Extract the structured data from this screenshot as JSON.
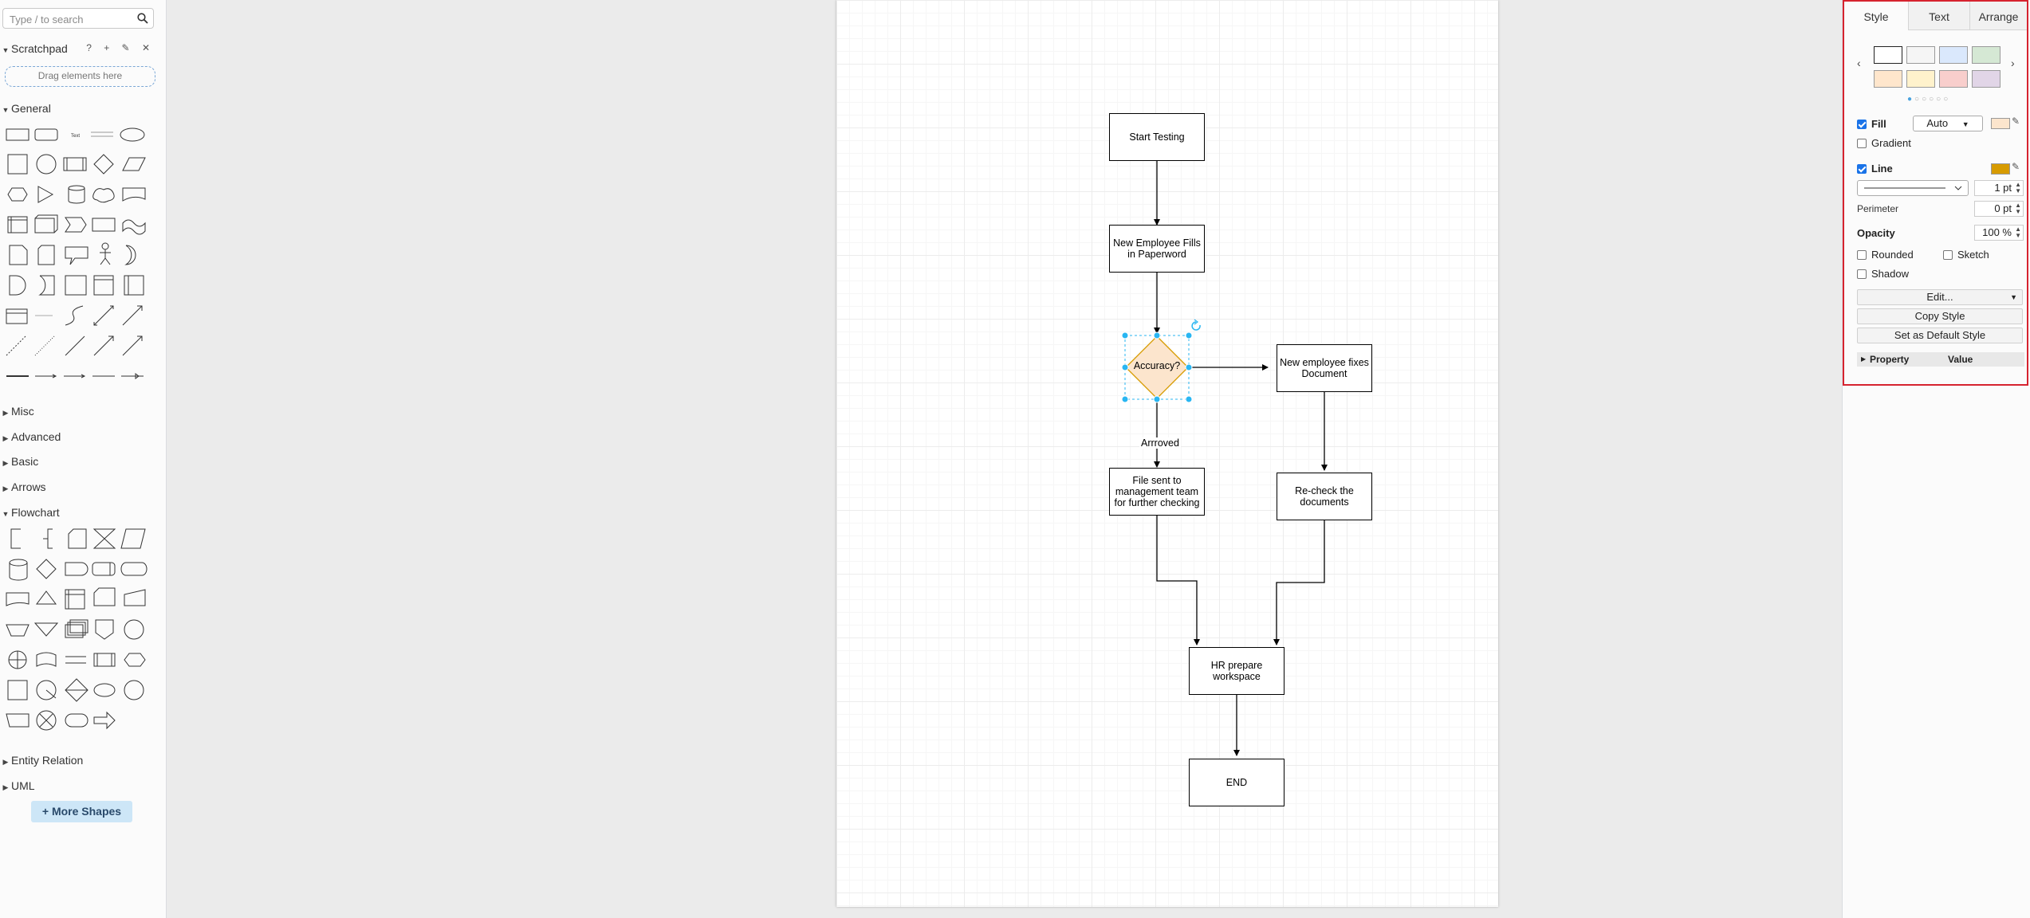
{
  "sidebar": {
    "search_placeholder": "Type / to search",
    "scratchpad_title": "Scratchpad",
    "scratchpad_tools": "? + ✎ ✕",
    "dropzone_text": "Drag elements here",
    "sections": {
      "general": "General",
      "misc": "Misc",
      "advanced": "Advanced",
      "basic": "Basic",
      "arrows": "Arrows",
      "flowchart": "Flowchart",
      "entity_relation": "Entity Relation",
      "uml": "UML"
    },
    "more_shapes": "+ More Shapes"
  },
  "diagram": {
    "nodes": {
      "start": "Start Testing",
      "paperwork": "New Employee Fills in Paperword",
      "accuracy": "Accuracy?",
      "fix": "New employee fixes Document",
      "file_sent": "File sent to management team for further checking",
      "recheck": "Re-check the documents",
      "hr": "HR prepare workspace",
      "end": "END"
    },
    "edge_label_approved": "Arrroved",
    "selected_fill": "#fce5cd",
    "selected_stroke": "#d79b00",
    "selection_color": "#29b6f2"
  },
  "format_panel": {
    "tabs": [
      "Style",
      "Text",
      "Arrange"
    ],
    "swatches": [
      "#ffffff",
      "#f5f5f5",
      "#dae8fc",
      "#d5e8d4",
      "#ffe6cc",
      "#fff2cc",
      "#f8cecc",
      "#e1d5e7"
    ],
    "fill_label": "Fill",
    "fill_value": "Auto",
    "fill_color": "#fce5cd",
    "gradient_label": "Gradient",
    "line_label": "Line",
    "line_color": "#d79b00",
    "line_width": "1 pt",
    "perimeter_label": "Perimeter",
    "perimeter_value": "0 pt",
    "opacity_label": "Opacity",
    "opacity_value": "100 %",
    "rounded_label": "Rounded",
    "sketch_label": "Sketch",
    "shadow_label": "Shadow",
    "edit_label": "Edit...",
    "copy_style_label": "Copy Style",
    "default_style_label": "Set as Default Style",
    "property_header": "Property",
    "value_header": "Value"
  }
}
